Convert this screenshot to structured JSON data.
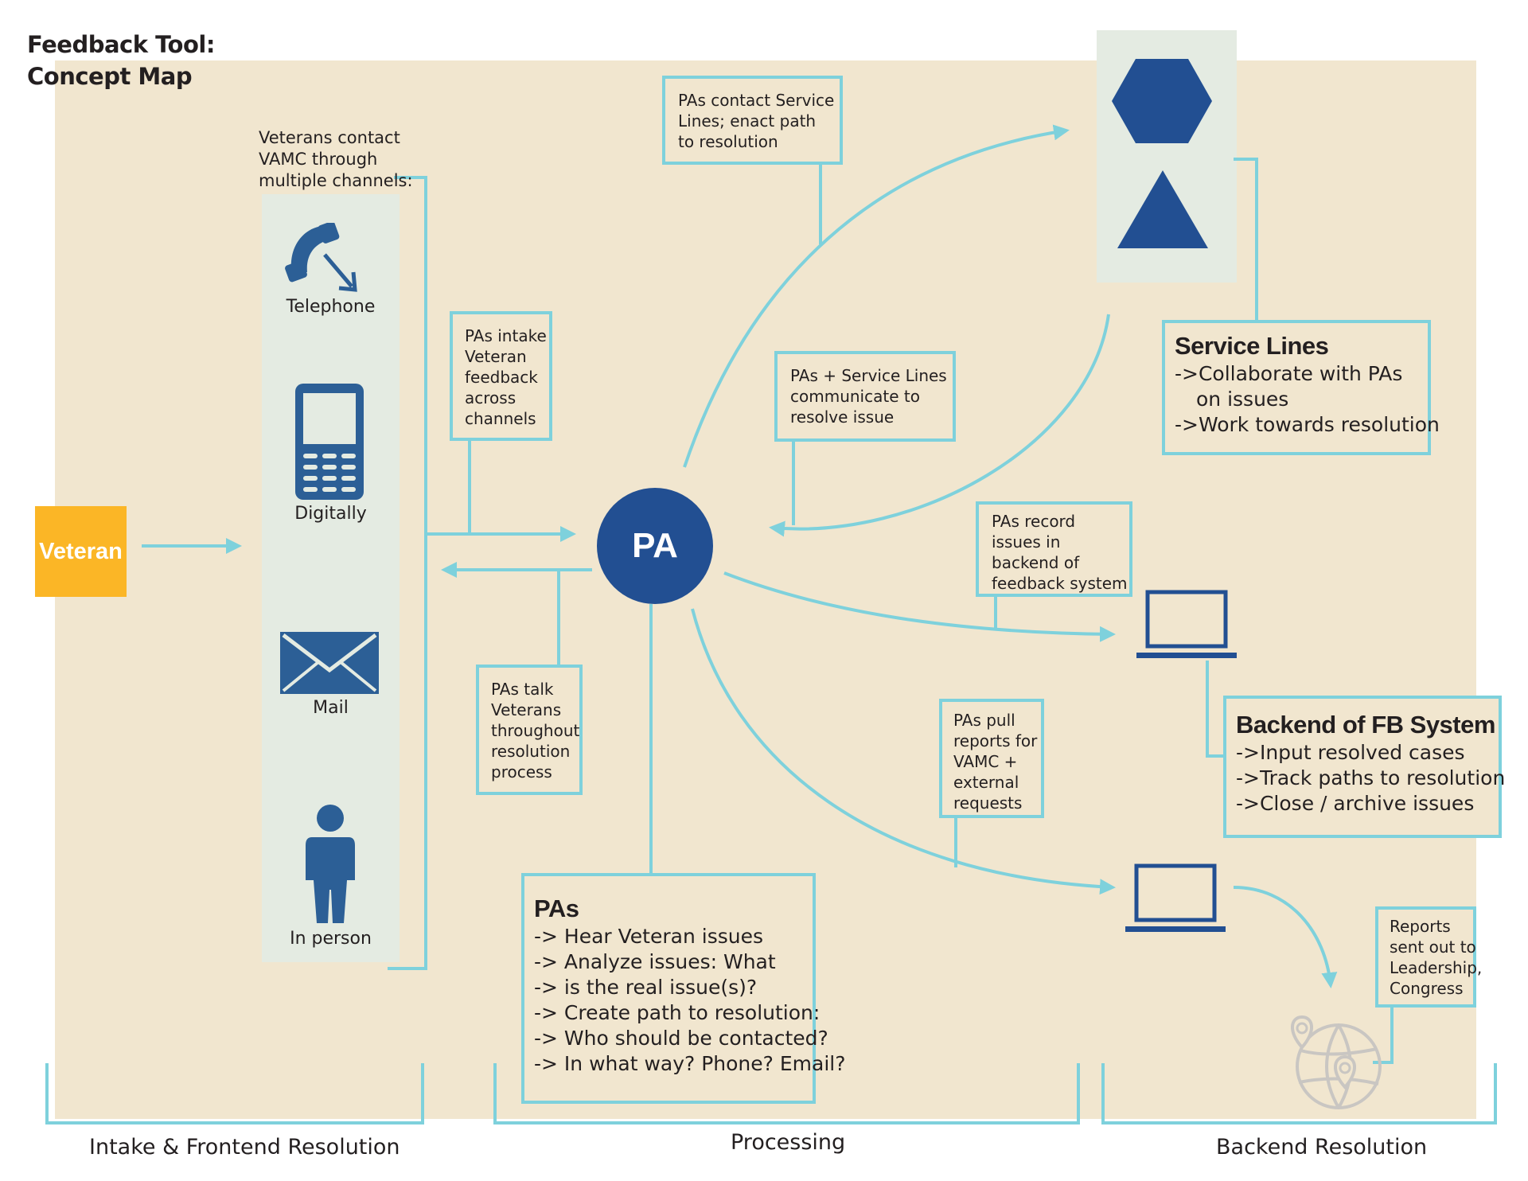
{
  "title": {
    "line1": "Feedback Tool:",
    "line2": "Concept Map"
  },
  "nodes": {
    "veteran": "Veteran",
    "pa": "PA"
  },
  "channels": {
    "header": [
      "Veterans contact",
      "VAMC through",
      "multiple channels:"
    ],
    "items": [
      {
        "label": "Telephone",
        "icon": "telephone-icon"
      },
      {
        "label": "Digitally",
        "icon": "mobile-phone-icon"
      },
      {
        "label": "Mail",
        "icon": "envelope-icon"
      },
      {
        "label": "In person",
        "icon": "person-icon"
      }
    ]
  },
  "callouts": {
    "intake": [
      "PAs intake",
      "Veteran",
      "feedback",
      "across",
      "channels"
    ],
    "talk": [
      "PAs talk",
      "Veterans",
      "throughout",
      "resolution",
      "process"
    ],
    "contact_sl": [
      "PAs contact Service",
      "Lines; enact path",
      "to resolution"
    ],
    "communicate": [
      "PAs + Service Lines",
      "communicate to",
      "resolve issue"
    ],
    "record": [
      "PAs record",
      "issues in",
      "backend  of",
      "feedback system"
    ],
    "pull": [
      "PAs pull",
      "reports for",
      "VAMC +",
      "external",
      "requests"
    ],
    "reports": [
      "Reports",
      "sent out to",
      "Leadership,",
      "Congress"
    ]
  },
  "pas_box": {
    "title": "PAs",
    "items": [
      "-> Hear Veteran issues",
      "-> Analyze issues: What",
      "-> is the real issue(s)?",
      "-> Create path to resolution:",
      "-> Who should be contacted?",
      "-> In what way? Phone? Email?"
    ]
  },
  "service_lines_box": {
    "title": "Service Lines",
    "items": [
      "->Collaborate with PAs",
      "    on issues",
      "->Work towards resolution"
    ]
  },
  "backend_box": {
    "title": "Backend of FB System",
    "items": [
      "->Input resolved cases",
      "->Track paths to resolution",
      "->Close / archive issues"
    ]
  },
  "sections": [
    "Intake & Frontend Resolution",
    "Processing",
    "Backend Resolution"
  ],
  "icons": [
    "hexagon-icon",
    "triangle-icon",
    "laptop-icon",
    "globe-pins-icon"
  ],
  "colors": {
    "background": "#f1e6cf",
    "accent_line": "#7ed1dc",
    "navy": "#224f92",
    "icon_blue": "#2c5f96",
    "veteran_orange": "#fbb626",
    "panel_light": "#e4ebe2"
  }
}
